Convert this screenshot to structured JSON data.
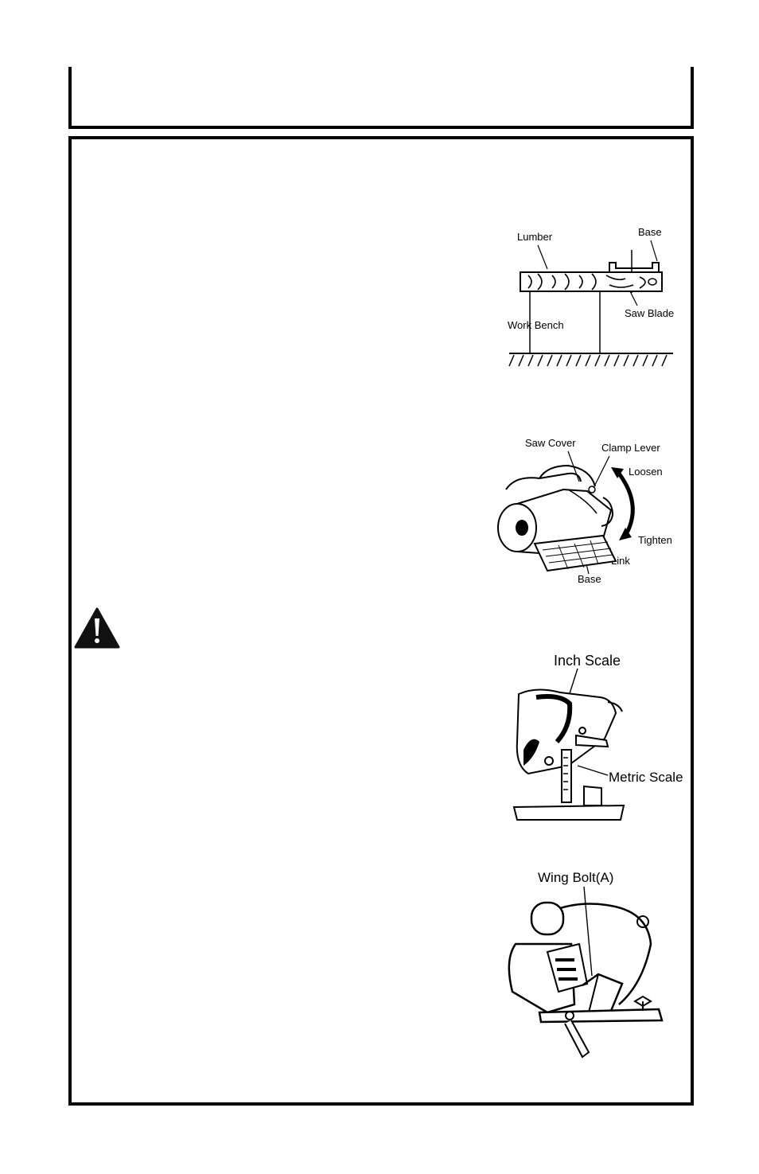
{
  "figures": {
    "fig1": {
      "lumber": "Lumber",
      "base": "Base",
      "saw_blade": "Saw Blade",
      "work_bench": "Work Bench"
    },
    "fig2": {
      "saw_cover": "Saw Cover",
      "clamp_lever": "Clamp Lever",
      "loosen": "Loosen",
      "tighten": "Tighten",
      "link": "Link",
      "base": "Base"
    },
    "fig3": {
      "inch_scale": "Inch Scale",
      "metric_scale": "Metric Scale"
    },
    "fig4": {
      "wing_bolt": "Wing Bolt(A)"
    }
  },
  "icons": {
    "warning": "warning-triangle-icon"
  }
}
